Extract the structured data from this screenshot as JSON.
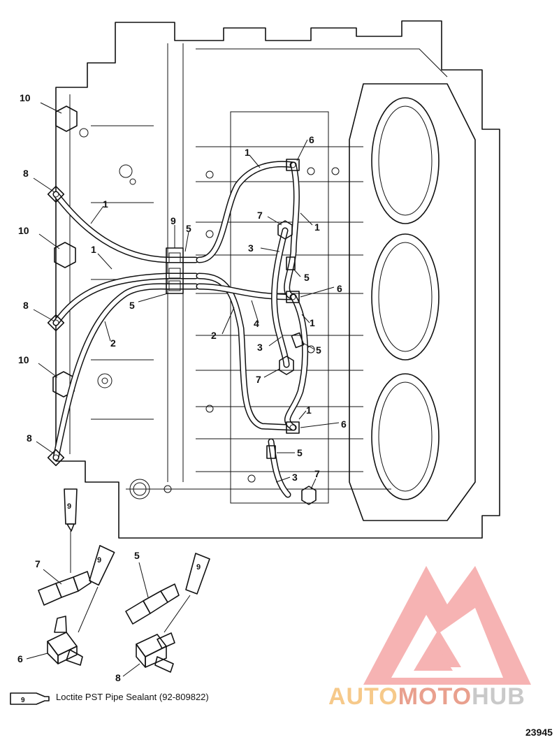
{
  "legend": {
    "tube_label": "9",
    "text": "Loctite PST Pipe Sealant (92-809822)"
  },
  "figure_id": "23945",
  "watermark": {
    "part1": "AUTO",
    "part2": "MOTO",
    "part3": "HUB",
    "colors": {
      "part1": "#f6c98a",
      "part2": "#e9a08e",
      "part3": "#c9c9c9",
      "logo": "#f08a8a"
    }
  },
  "callouts": {
    "c10a": "10",
    "c10b": "10",
    "c10c": "10",
    "c8a": "8",
    "c8b": "8",
    "c8c": "8",
    "c1a": "1",
    "c1b": "1",
    "c1c": "1",
    "c1d": "1",
    "c1e": "1",
    "c1f": "1",
    "c9": "9",
    "c5a": "5",
    "c5b": "5",
    "c5c": "5",
    "c5d": "5",
    "c5e": "5",
    "c2a": "2",
    "c2b": "2",
    "c6a": "6",
    "c6b": "6",
    "c6c": "6",
    "c7a": "7",
    "c7b": "7",
    "c7c": "7",
    "c3a": "3",
    "c3b": "3",
    "c3c": "3",
    "c4": "4",
    "d7": "7",
    "d5": "5",
    "d6": "6",
    "d8": "8",
    "tube1": "9",
    "tube2": "9",
    "tube3": "9"
  }
}
